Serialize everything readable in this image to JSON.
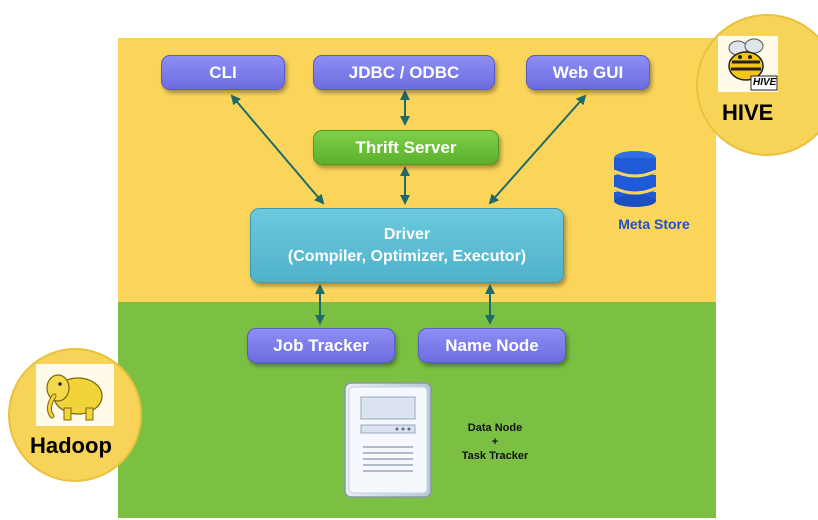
{
  "clients": {
    "cli": "CLI",
    "jdbc_odbc": "JDBC / ODBC",
    "web_gui": "Web GUI"
  },
  "thrift_server": "Thrift Server",
  "driver": {
    "title": "Driver",
    "subtitle": "(Compiler, Optimizer, Executor)"
  },
  "meta_store": "Meta Store",
  "hive_logo_text": "HIVE",
  "hive_label": "HIVE",
  "job_tracker": "Job Tracker",
  "name_node": "Name Node",
  "data_node": {
    "line1": "Data Node",
    "line2": "+",
    "line3": "Task Tracker"
  },
  "hadoop_label": "Hadoop",
  "colors": {
    "hive_layer": "#fbd55a",
    "hadoop_layer": "#7bc043",
    "client_box": "#7b7beb",
    "thrift_box": "#6cc23a",
    "driver_box": "#5bbdd3",
    "metastore": "#1f5bd6",
    "arrow": "#1f6b6b"
  },
  "icons": {
    "hive": "bee-icon",
    "hadoop": "elephant-icon",
    "metastore": "database-icon",
    "server": "server-icon"
  }
}
